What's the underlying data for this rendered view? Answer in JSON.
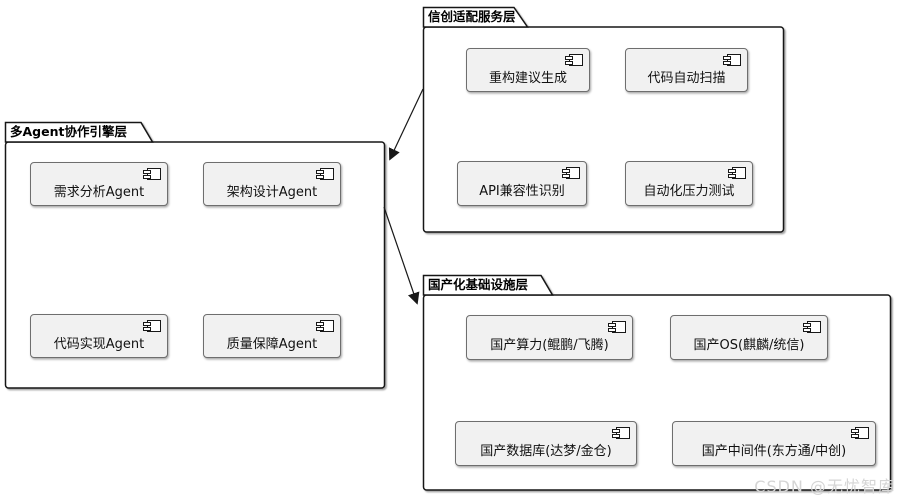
{
  "diagram": {
    "watermark": "CSDN @无忧智库",
    "colors": {
      "background": "#ffffff",
      "line": "#181818",
      "component_fill": "#f1f1f1",
      "component_border": "#6e6e6e",
      "watermark_text": "#d5d5d5"
    },
    "packages": [
      {
        "title": "信创适配服务层",
        "components": [
          "重构建议生成",
          "代码自动扫描",
          "API兼容性识别",
          "自动化压力测试"
        ]
      },
      {
        "title": "多Agent协作引擎层",
        "components": [
          "需求分析Agent",
          "架构设计Agent",
          "代码实现Agent",
          "质量保障Agent"
        ]
      },
      {
        "title": "国产化基础设施层",
        "components": [
          "国产算力(鲲鹏/飞腾)",
          "国产OS(麒麟/统信)",
          "国产数据库(达梦/金仓)",
          "国产中间件(东方通/中创)"
        ]
      }
    ],
    "edges": [
      {
        "from": "信创适配服务层",
        "to": "多Agent协作引擎层"
      },
      {
        "from": "多Agent协作引擎层",
        "to": "国产化基础设施层"
      }
    ]
  }
}
